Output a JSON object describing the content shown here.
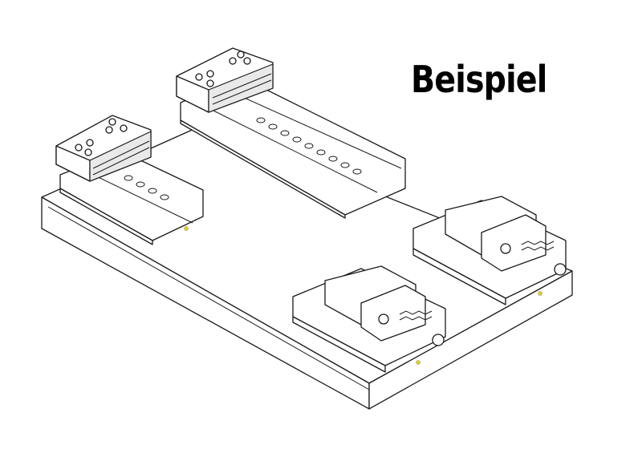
{
  "title": "Beispiel",
  "colors": {
    "background": "#ffffff",
    "line": "#1a1a1a",
    "marker": "#e6d200"
  },
  "parts": [
    "base-plate",
    "long-jaw-vise-rear",
    "long-jaw-vise-left",
    "compact-vise-right",
    "compact-vise-front"
  ]
}
